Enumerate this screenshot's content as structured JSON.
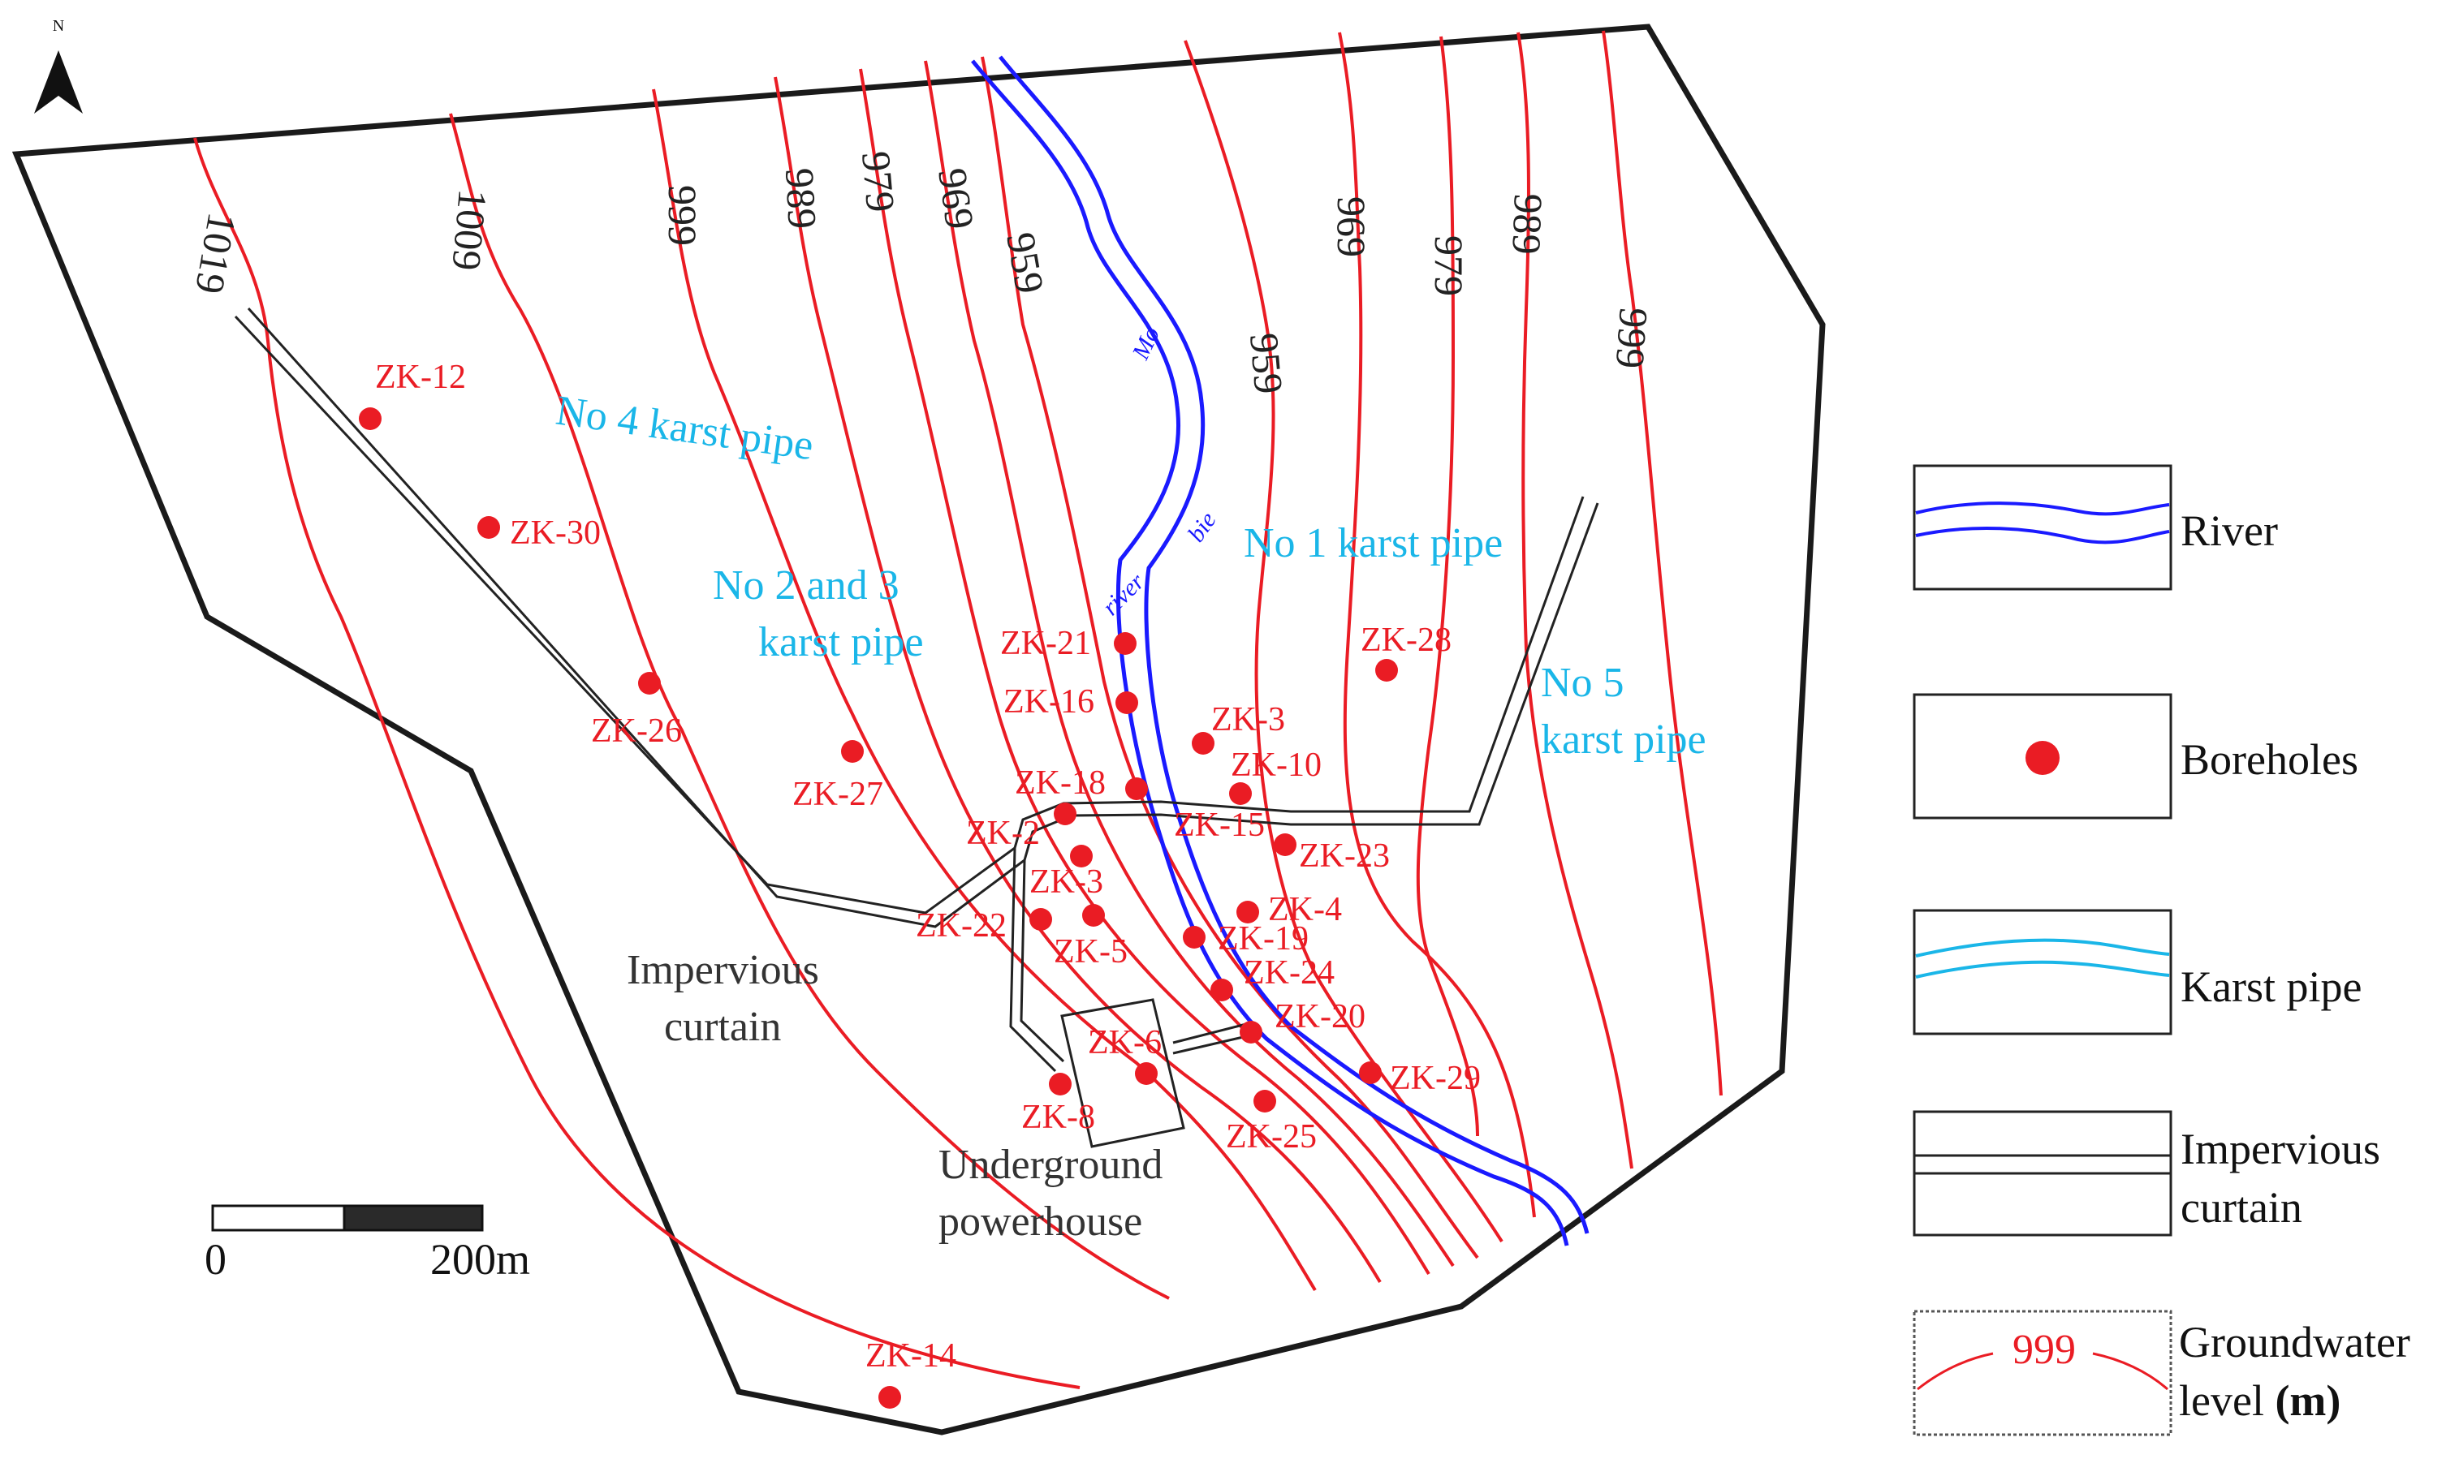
{
  "north": {
    "label": "N"
  },
  "contours_west": [
    "1019",
    "1009",
    "999",
    "989",
    "979",
    "969",
    "959"
  ],
  "contours_east": [
    "959",
    "969",
    "979",
    "989",
    "999"
  ],
  "river": {
    "name_parts": [
      "Mo",
      "bie",
      "river"
    ]
  },
  "boreholes": [
    "ZK-12",
    "ZK-30",
    "ZK-26",
    "ZK-27",
    "ZK-21",
    "ZK-16",
    "ZK-18",
    "ZK-2",
    "ZK-3",
    "ZK-22",
    "ZK-5",
    "ZK-6",
    "ZK-8",
    "ZK-3",
    "ZK-10",
    "ZK-15",
    "ZK-23",
    "ZK-4",
    "ZK-19",
    "ZK-24",
    "ZK-20",
    "ZK-29",
    "ZK-25",
    "ZK-28",
    "ZK-14"
  ],
  "karst_pipes": {
    "no4": "No 4 karst pipe",
    "no23_line1": "No 2 and 3",
    "no23_line2": "karst pipe",
    "no1": "No 1 karst pipe",
    "no5_line1": "No 5",
    "no5_line2": "karst pipe"
  },
  "labels": {
    "curtain_line1": "Impervious",
    "curtain_line2": "curtain",
    "powerhouse_line1": "Underground",
    "powerhouse_line2": "powerhouse"
  },
  "scale_bar": {
    "start": "0",
    "end": "200m"
  },
  "legend": {
    "river": "River",
    "boreholes": "Boreholes",
    "karst_pipe": "Karst pipe",
    "curtain_line1": "Impervious",
    "curtain_line2": "curtain",
    "gw_sample": "999",
    "gw_line1": "Groundwater",
    "gw_line2_a": "level ",
    "gw_line2_b": "(m)"
  },
  "colors": {
    "contour": "#ea1c24",
    "river": "#1a1aff",
    "karst": "#1ab6e8",
    "boundary": "#1a1a1a"
  }
}
